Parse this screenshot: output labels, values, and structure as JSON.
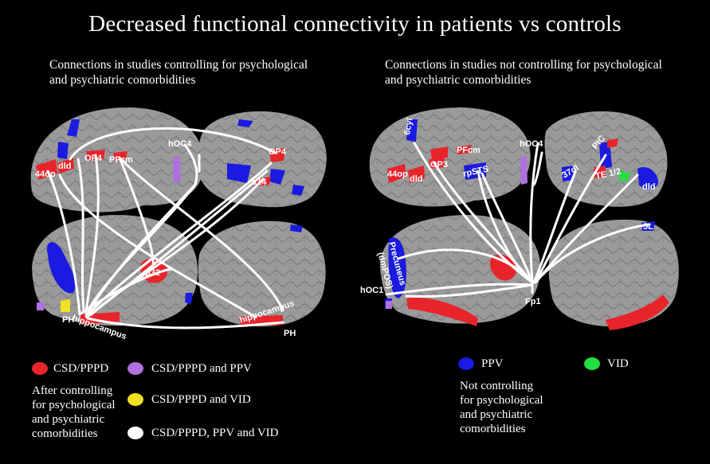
{
  "title": "Decreased functional connectivity in patients vs controls",
  "left_panel": {
    "title": "Connections in studies controlling for psychological and psychiatric comorbidities",
    "labels": {
      "op4a": "OP4",
      "p44": "44op",
      "dld": "dld",
      "pfcm": "PFcm",
      "hoc4": "hOC4",
      "op4b": "OP4",
      "a14": "a14",
      "p32": "p32",
      "hippo1": "hippocampus",
      "ph1": "PH",
      "hippo2": "hippocampus",
      "ph2": "PH"
    }
  },
  "right_panel": {
    "title": "Connections in studies not controlling for psychological and psychiatric comorbidities",
    "labels": {
      "cyl": "6cyl",
      "pfcm": "PFcm",
      "p44": "44op",
      "dld": "dld",
      "op3": "OP3",
      "rpsts": "rpSTS",
      "hoc4": "hOC4",
      "pic": "PIC",
      "d37": "37dl",
      "te12": "TE 1/2",
      "dld2": "dld",
      "l5": "5L",
      "precuneus": "Precuneus",
      "dmpos": "(dmPOS)",
      "hoc1": "hOC1",
      "fp1": "Fp1"
    }
  },
  "legend": {
    "csd": "CSD/PPPD",
    "csd_ppv": "CSD/PPPD and PPV",
    "csd_vid": "CSD/PPPD and VID",
    "csd_all": "CSD/PPPD, PPV and VID",
    "ppv": "PPV",
    "vid": "VID",
    "after_note": "After controlling for psychological and psychiatric comorbidities",
    "not_note": "Not controlling for psychological and psychiatric comorbidities"
  },
  "colors": {
    "csd": "#e8242b",
    "csd_ppv": "#b070e0",
    "csd_vid": "#f0e020",
    "csd_all": "#ffffff",
    "ppv": "#1a1ae0",
    "vid": "#20e040",
    "brain": "#9a9a9a"
  }
}
